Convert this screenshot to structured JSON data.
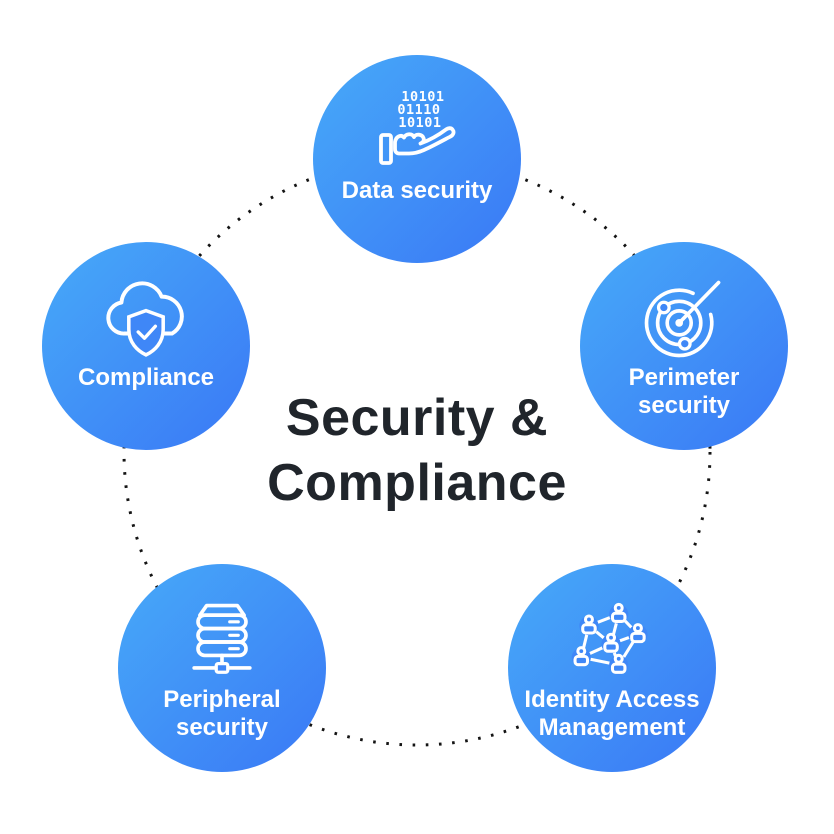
{
  "title": {
    "line1": "Security &",
    "line2": "Compliance"
  },
  "nodes": {
    "data_security": {
      "label_lines": [
        "Data security"
      ],
      "icon": "binary-in-hand-icon",
      "binary_rows": [
        "10101",
        "01110",
        "10101"
      ]
    },
    "perimeter_security": {
      "label_lines": [
        "Perimeter",
        "security"
      ],
      "icon": "radar-icon"
    },
    "compliance": {
      "label_lines": [
        "Compliance"
      ],
      "icon": "cloud-shield-check-icon"
    },
    "peripheral_security": {
      "label_lines": [
        "Peripheral",
        "security"
      ],
      "icon": "server-network-icon"
    },
    "identity_access_management": {
      "label_lines": [
        "Identity Access",
        "Management"
      ],
      "icon": "people-network-icon"
    }
  },
  "colors": {
    "circle_gradient_start": "#47AAF8",
    "circle_gradient_end": "#3A78F6",
    "label_text": "#FFFFFF",
    "title_text": "#20252B",
    "dotted_ring": "#141414",
    "background": "#FFFFFF"
  }
}
